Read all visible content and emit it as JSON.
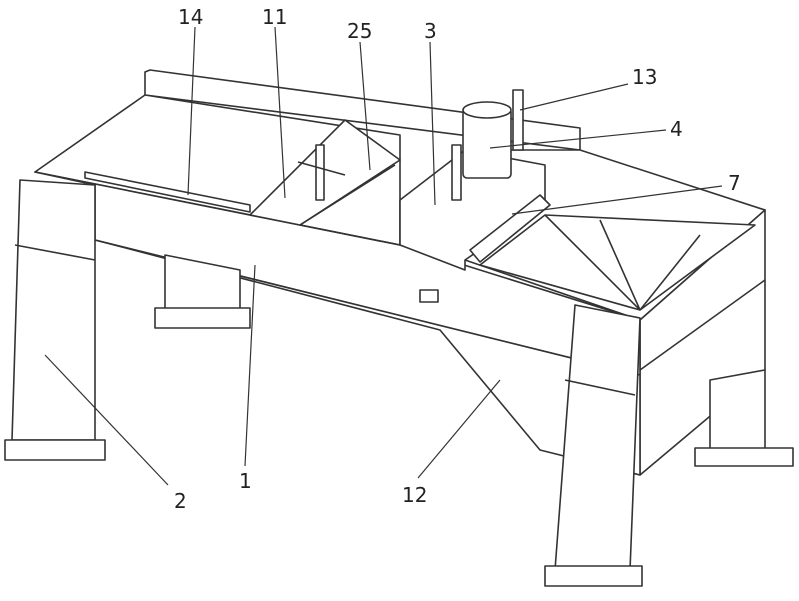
{
  "figure": {
    "labels": {
      "l14": "14",
      "l11": "11",
      "l25": "25",
      "l3": "3",
      "l13": "13",
      "l4": "4",
      "l7": "7",
      "l2": "2",
      "l1": "1",
      "l12": "12"
    }
  }
}
